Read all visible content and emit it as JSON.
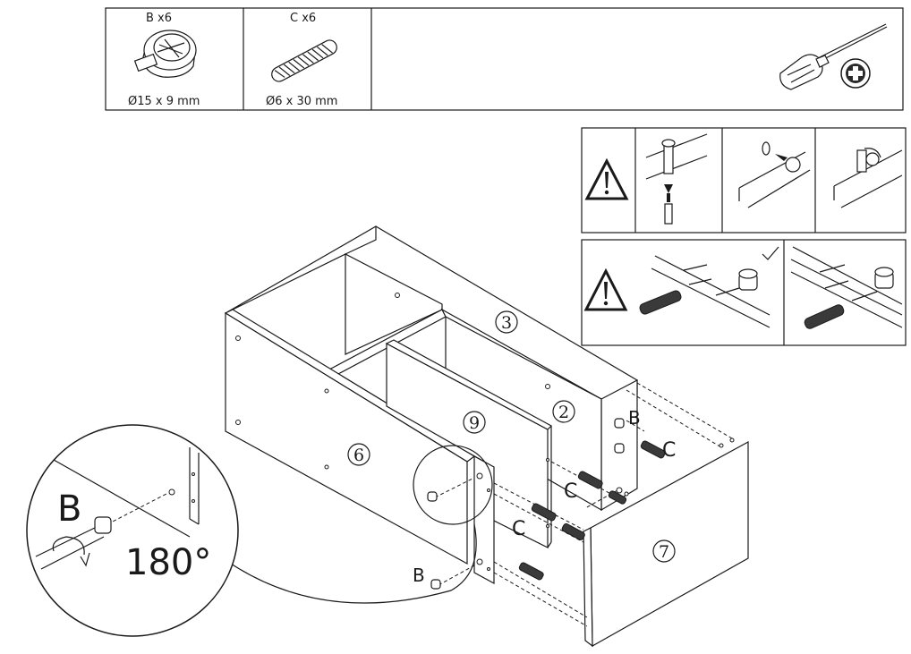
{
  "hardware": {
    "b": {
      "qty": "B x6",
      "size": "Ø15 x 9 mm"
    },
    "c": {
      "qty": "C x6",
      "size": "Ø6 x 30 mm"
    }
  },
  "panels": {
    "p2": "2",
    "p3": "3",
    "p6": "6",
    "p7": "7",
    "p9": "9"
  },
  "callouts": {
    "b": "B",
    "c": "C"
  },
  "detail": {
    "letter": "B",
    "rotation": "180°"
  },
  "icons": [
    "warning-icon",
    "phillips-screwdriver-icon",
    "checkmark-icon"
  ]
}
